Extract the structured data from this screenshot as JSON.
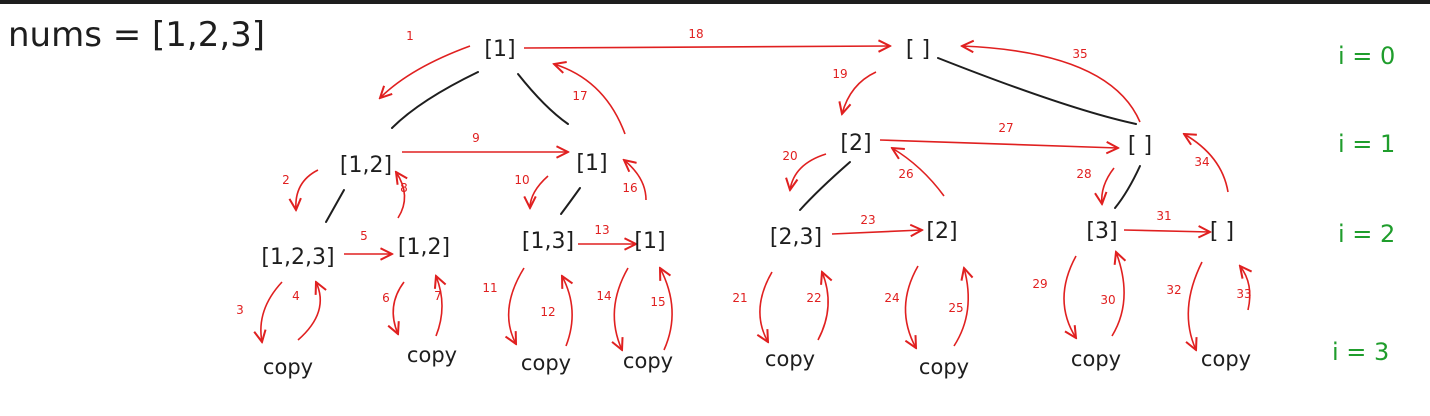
{
  "title": "nums = [1,2,3]",
  "colors": {
    "ink": "#1e1e1e",
    "red": "#e02020",
    "green": "#1f9d2c"
  },
  "levels": [
    "i = 0",
    "i = 1",
    "i = 2",
    "i = 3"
  ],
  "nodes": {
    "root": "[1]",
    "empty0": "[ ]",
    "n12": "[1,2]",
    "n1a": "[1]",
    "n2": "[2]",
    "empty1": "[ ]",
    "n123": "[1,2,3]",
    "n12b": "[1,2]",
    "n13": "[1,3]",
    "n1b": "[1]",
    "n23": "[2,3]",
    "n2b": "[2]",
    "n3": "[3]",
    "empty2": "[ ]"
  },
  "leaf_label": "copy",
  "step_labels": [
    "1",
    "2",
    "3",
    "4",
    "5",
    "6",
    "7",
    "8",
    "9",
    "10",
    "11",
    "12",
    "13",
    "14",
    "15",
    "16",
    "17",
    "18",
    "19",
    "20",
    "21",
    "22",
    "23",
    "24",
    "25",
    "26",
    "27",
    "28",
    "29",
    "30",
    "31",
    "32",
    "33",
    "34",
    "35"
  ]
}
